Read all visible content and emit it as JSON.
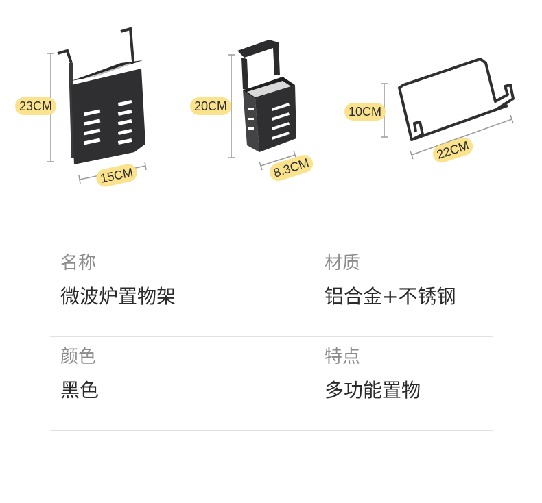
{
  "dimensions": {
    "product1_height": "23CM",
    "product1_width": "15CM",
    "product2_height": "20CM",
    "product2_width": "8.3CM",
    "product3_height": "10CM",
    "product3_width": "22CM"
  },
  "specs": [
    {
      "label": "名称",
      "value": "微波炉置物架"
    },
    {
      "label": "材质",
      "value": "铝合金+不锈钢"
    },
    {
      "label": "颜色",
      "value": "黑色"
    },
    {
      "label": "特点",
      "value": "多功能置物"
    }
  ],
  "colors": {
    "label_bg": "#fbe38e",
    "product": "#2f2f31",
    "divider": "#e2e2e2"
  }
}
